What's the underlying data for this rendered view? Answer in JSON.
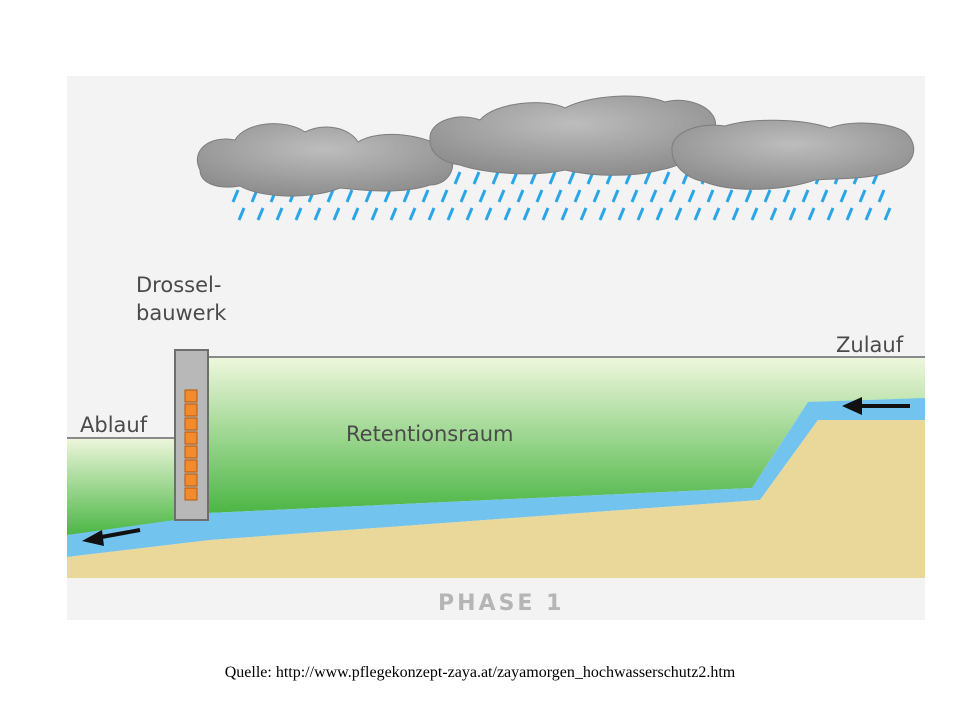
{
  "diagram": {
    "labels": {
      "throttle_line1": "Drossel-",
      "throttle_line2": "bauwerk",
      "inflow": "Zulauf",
      "outflow": "Ablauf",
      "basin": "Retentionsraum",
      "phase": "PHASE 1"
    },
    "colors": {
      "panel_bg": "#f2f2f2",
      "cloud": "#9e9e9e",
      "rain": "#2aa6e8",
      "green_top": "#e8f5d4",
      "green_bottom": "#4fb848",
      "water": "#72c4ee",
      "soil": "#ead79a",
      "structure": "#b8b8b8",
      "bricks": "#f28a2e",
      "arrow": "#111111"
    },
    "icons": {
      "outflow_arrow": "arrow-left-icon",
      "inflow_arrow": "arrow-left-icon"
    }
  },
  "caption": "Quelle:  http://www.pflegekonzept-zaya.at/zayamorgen_hochwasserschutz2.htm"
}
